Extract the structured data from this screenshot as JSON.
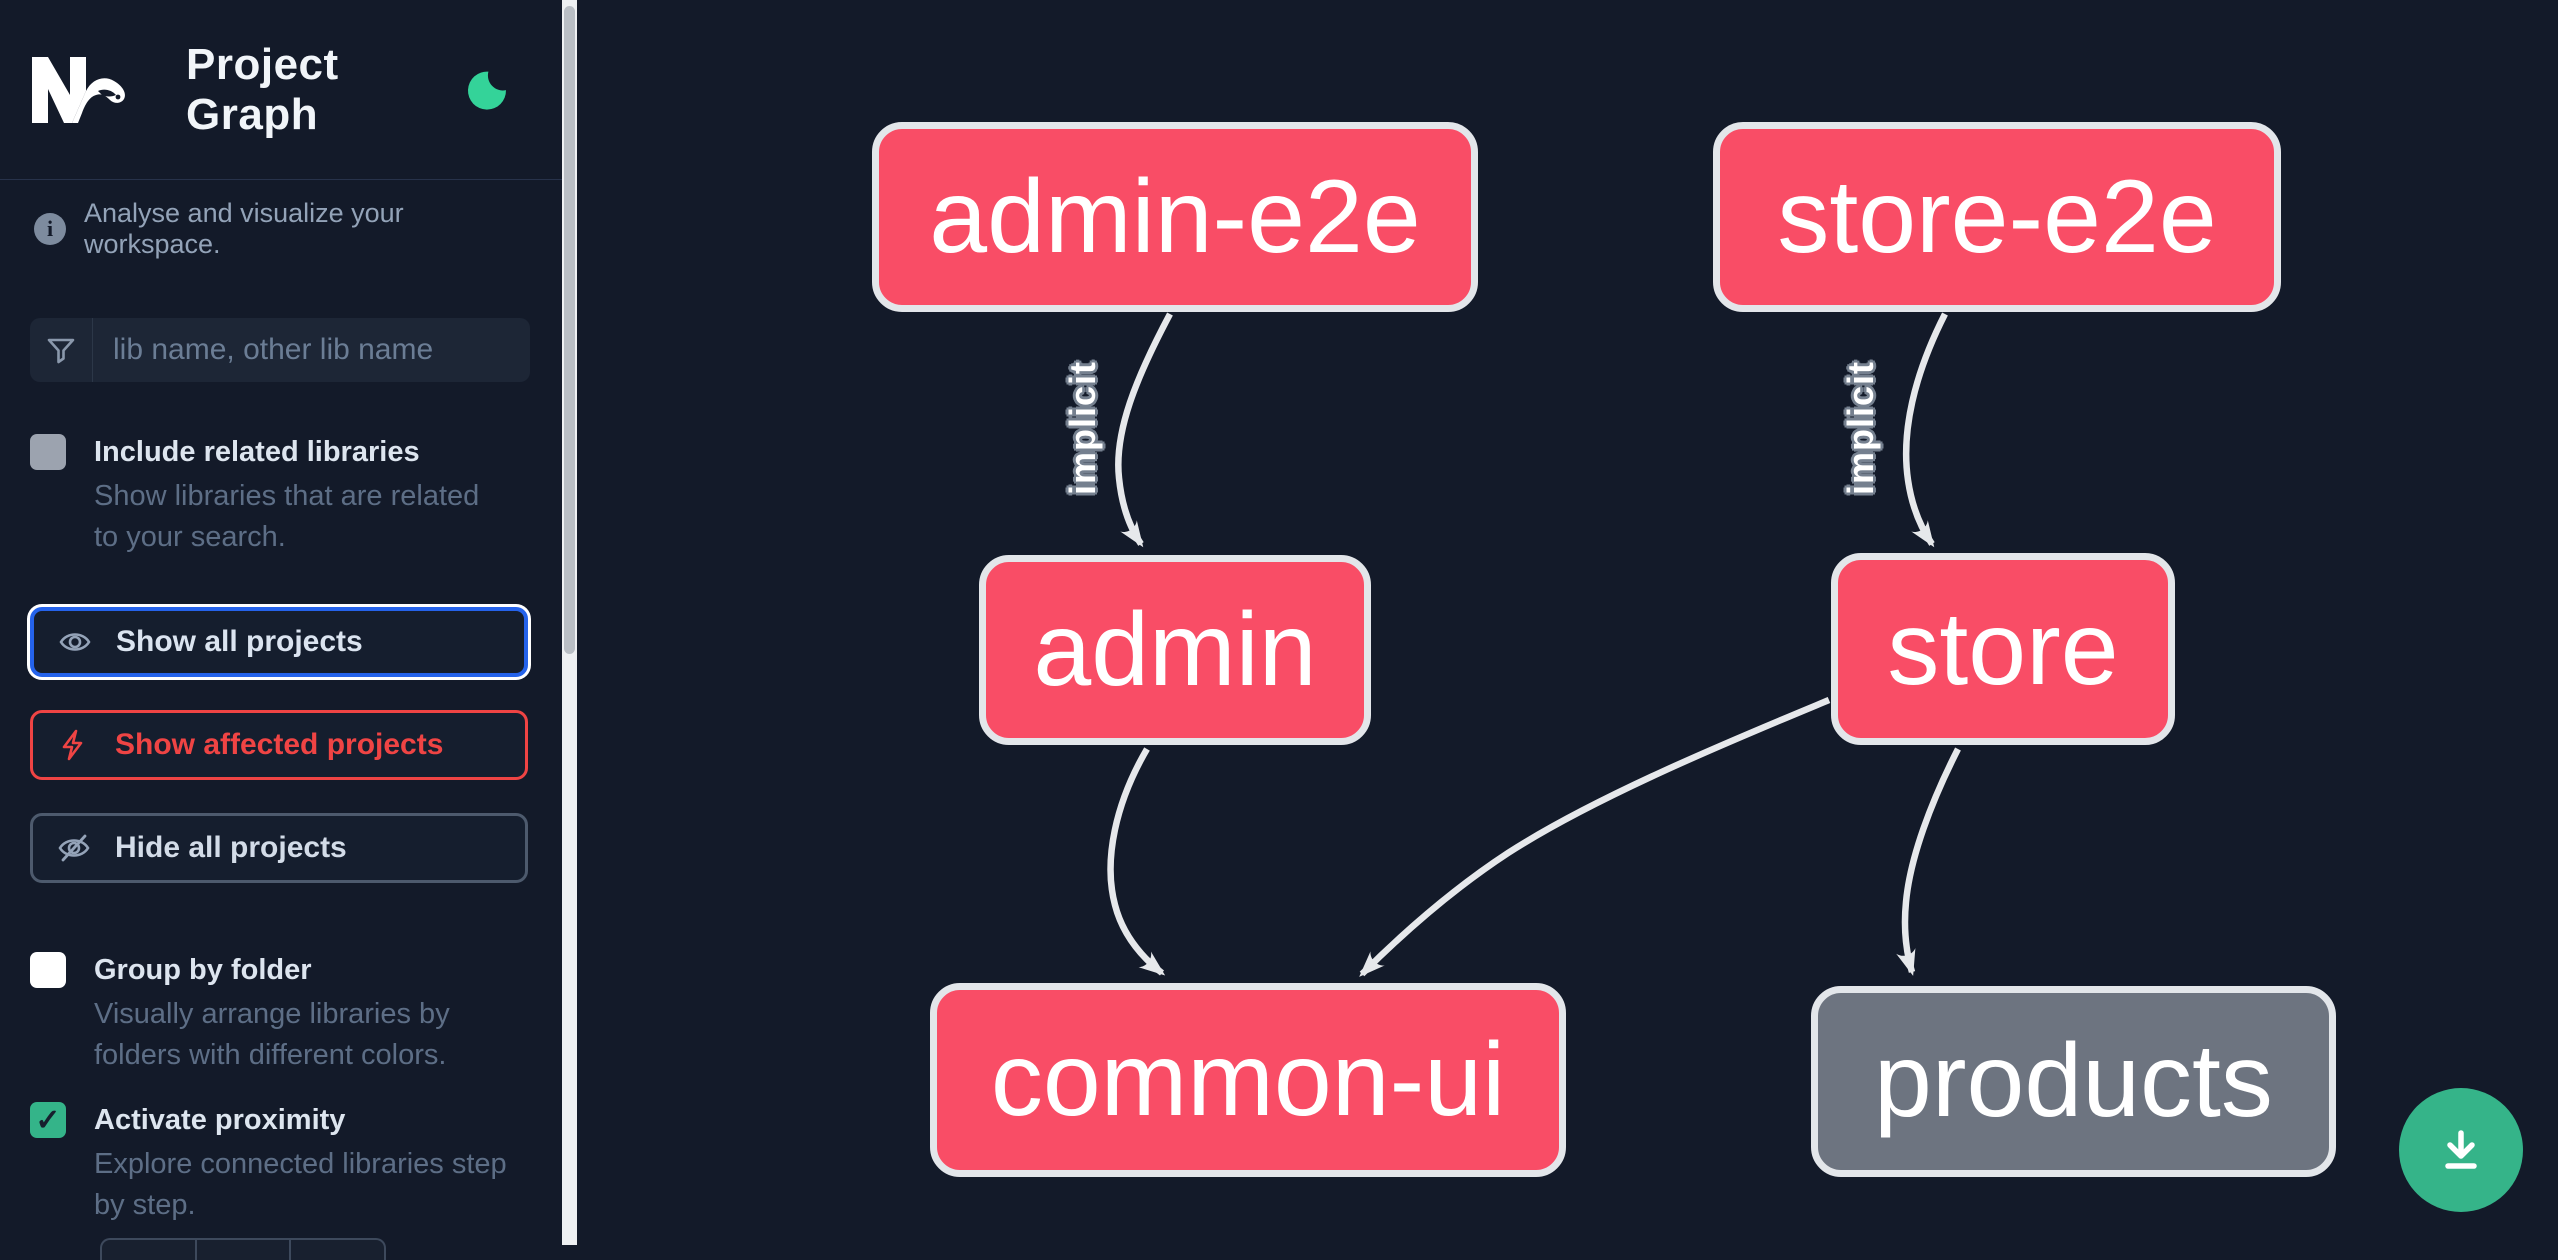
{
  "header": {
    "app_title": "Project Graph",
    "logo": "nx-logo",
    "theme_toggle_icon": "moon-icon"
  },
  "sidebar": {
    "info_text": "Analyse and visualize your workspace.",
    "search": {
      "placeholder": "lib name, other lib name",
      "value": "",
      "icon": "filter-funnel-icon"
    },
    "toggles": [
      {
        "label": "Include related libraries",
        "description": "Show libraries that are related to your search.",
        "checked": false
      },
      {
        "label": "Group by folder",
        "description": "Visually arrange libraries by folders with different colors.",
        "checked": false
      },
      {
        "label": "Activate proximity",
        "description": "Explore connected libraries step by step.",
        "checked": true
      }
    ],
    "buttons": [
      {
        "label": "Show all projects",
        "icon": "eye-icon",
        "state": "focused"
      },
      {
        "label": "Show affected projects",
        "icon": "lightning-bolt-icon",
        "state": "normal"
      },
      {
        "label": "Hide all projects",
        "icon": "eye-off-icon",
        "state": "normal"
      }
    ]
  },
  "graph": {
    "nodes": [
      {
        "id": "admin-e2e",
        "label": "admin-e2e",
        "status": "affected"
      },
      {
        "id": "store-e2e",
        "label": "store-e2e",
        "status": "affected"
      },
      {
        "id": "admin",
        "label": "admin",
        "status": "affected"
      },
      {
        "id": "store",
        "label": "store",
        "status": "affected"
      },
      {
        "id": "common-ui",
        "label": "common-ui",
        "status": "affected"
      },
      {
        "id": "products",
        "label": "products",
        "status": "unaffected"
      }
    ],
    "edges": [
      {
        "from": "admin-e2e",
        "to": "admin",
        "type": "implicit",
        "label": "implicit"
      },
      {
        "from": "store-e2e",
        "to": "store",
        "type": "implicit",
        "label": "implicit"
      },
      {
        "from": "admin",
        "to": "common-ui",
        "type": "static",
        "label": ""
      },
      {
        "from": "store",
        "to": "common-ui",
        "type": "static",
        "label": ""
      },
      {
        "from": "store",
        "to": "products",
        "type": "static",
        "label": ""
      }
    ]
  },
  "fab": {
    "icon": "download-icon"
  },
  "colors": {
    "background": "#131a29",
    "node_affected": "#f94d66",
    "node_unaffected": "#6d7480",
    "node_border": "#e3e6ea",
    "edge": "#e6e8eb",
    "accent_blue": "#2563eb",
    "accent_red": "#ef4444",
    "accent_green": "#34b489",
    "moon_green": "#34d399"
  }
}
